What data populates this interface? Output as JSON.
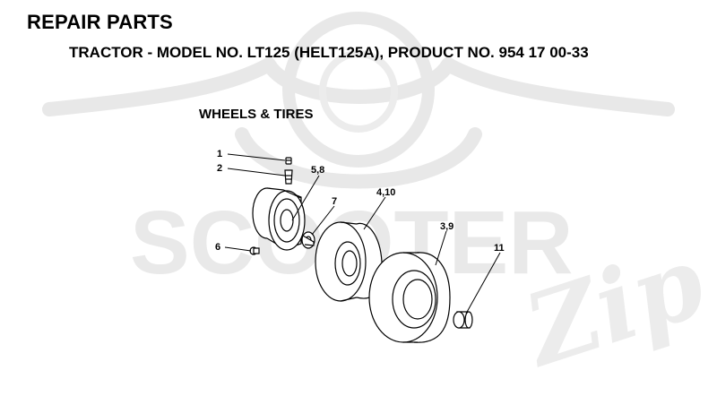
{
  "header": {
    "title": "REPAIR PARTS",
    "subtitle": "TRACTOR - MODEL NO. LT125 (HELT125A), PRODUCT NO. 954 17 00-33"
  },
  "section": {
    "title": "WHEELS & TIRES"
  },
  "watermark": {
    "text": "SCOOTER",
    "script": "Zip"
  },
  "callouts": [
    "1",
    "2",
    "5,8",
    "7",
    "4,10",
    "3,9",
    "6",
    "11"
  ],
  "colors": {
    "ink": "#000000",
    "watermark": "#e6e6e6"
  }
}
